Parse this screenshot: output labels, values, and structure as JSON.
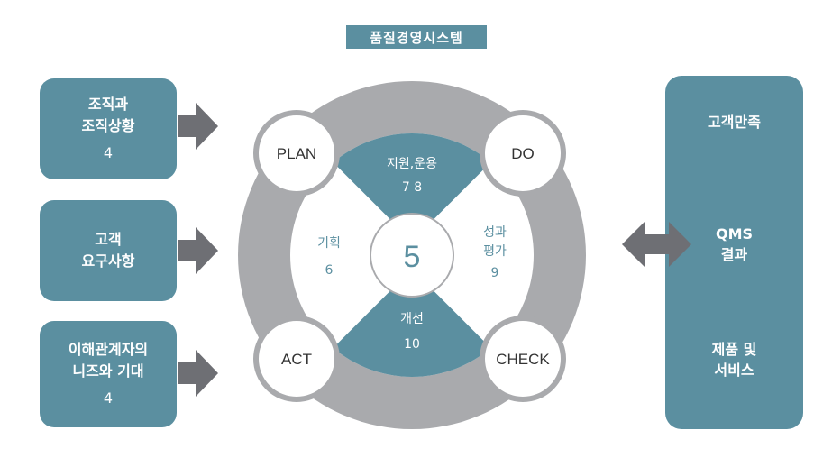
{
  "title": "품질경영시스템",
  "inputs": [
    {
      "line1": "조직과",
      "line2": "조직상황",
      "num": "4"
    },
    {
      "line1": "고객",
      "line2": "요구사항",
      "num": ""
    },
    {
      "line1": "이해관계자의",
      "line2": "니즈와 기대",
      "num": "4"
    }
  ],
  "outputs": [
    {
      "line1": "고객만족",
      "line2": ""
    },
    {
      "line1": "QMS",
      "line2": "결과"
    },
    {
      "line1": "제품 및",
      "line2": "서비스"
    }
  ],
  "cycle": {
    "plan": "PLAN",
    "do": "DO",
    "check": "CHECK",
    "act": "ACT",
    "center": "5",
    "top_label": "지원,운용",
    "top_num": "7 8",
    "left_label": "기획",
    "left_num": "6",
    "right_label1": "성과",
    "right_label2": "평가",
    "right_num": "9",
    "bottom_label": "개선",
    "bottom_num": "10"
  },
  "colors": {
    "teal": "#5b8fa0",
    "ring": "#a9aaad",
    "arrow": "#6e6f74"
  }
}
